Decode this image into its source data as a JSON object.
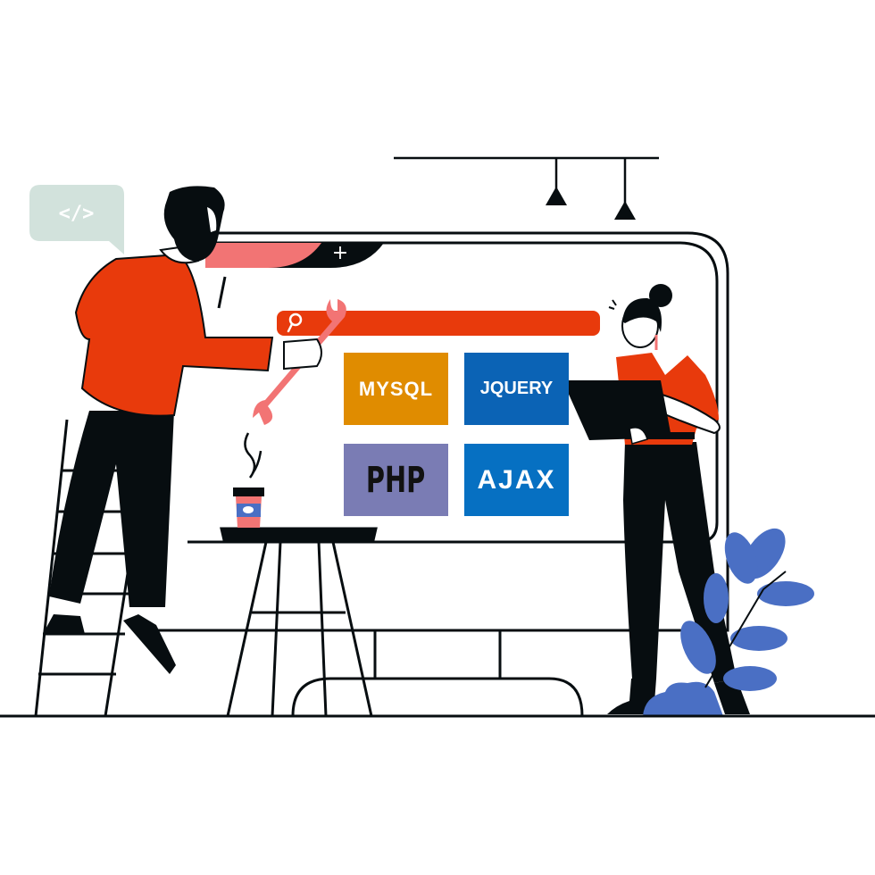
{
  "illustration": {
    "description": "Developers building a website on a large monitor",
    "speech_bubble": {
      "icon": "code-icon",
      "text": "</>"
    },
    "browser_bar": {
      "new_tab_symbol": "+"
    },
    "search_bar": {
      "icon": "search-icon"
    },
    "tiles": [
      {
        "id": "mysql",
        "label": "MYSQL",
        "color": "#e08c00"
      },
      {
        "id": "jquery",
        "label": "JQUERY",
        "color": "#0b63b5"
      },
      {
        "id": "php",
        "label": "PHP",
        "color": "#7a7cb4"
      },
      {
        "id": "ajax",
        "label": "AJAX",
        "color": "#0670c2"
      }
    ],
    "colors": {
      "accent_red": "#e83a0c",
      "accent_pink": "#f27474",
      "ink": "#070d10",
      "leaf_blue": "#4a6fc4",
      "bubble_gray": "#d2e2dc"
    }
  }
}
